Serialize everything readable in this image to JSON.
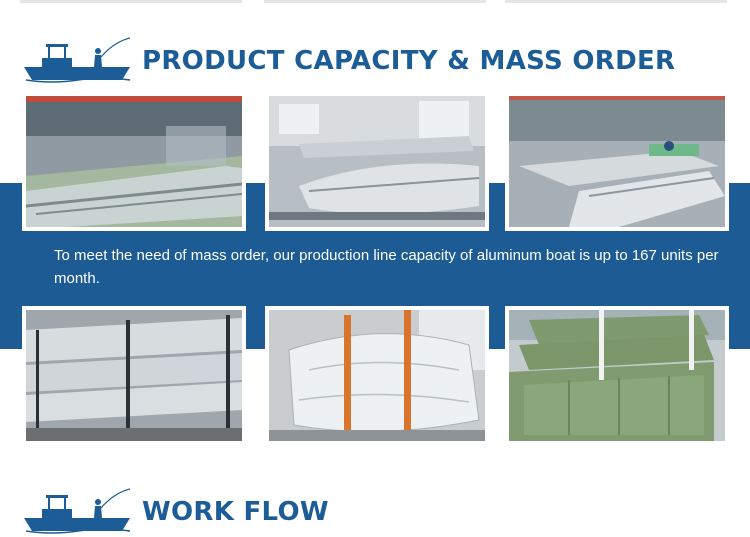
{
  "sections": [
    {
      "title": "PRODUCT CAPACITY & MASS ORDER",
      "icon": "fishing-boat-icon"
    },
    {
      "title": "WORK FLOW",
      "icon": "fishing-boat-icon"
    }
  ],
  "capacity_text": "To meet the need of mass order, our production line capacity of aluminum boat is up to 167 units per month.",
  "photos": [
    "aluminum-boat-factory-floor",
    "aluminum-boat-hull-closeup",
    "aluminum-boat-hulls-row",
    "stacked-boats-on-rack",
    "shrink-wrapped-boat-strapped",
    "green-jon-boats-stacked"
  ],
  "colors": {
    "brand_blue": "#1c5c97",
    "band_blue": "#1d5b94",
    "boat_green": "#7f9a6e"
  }
}
